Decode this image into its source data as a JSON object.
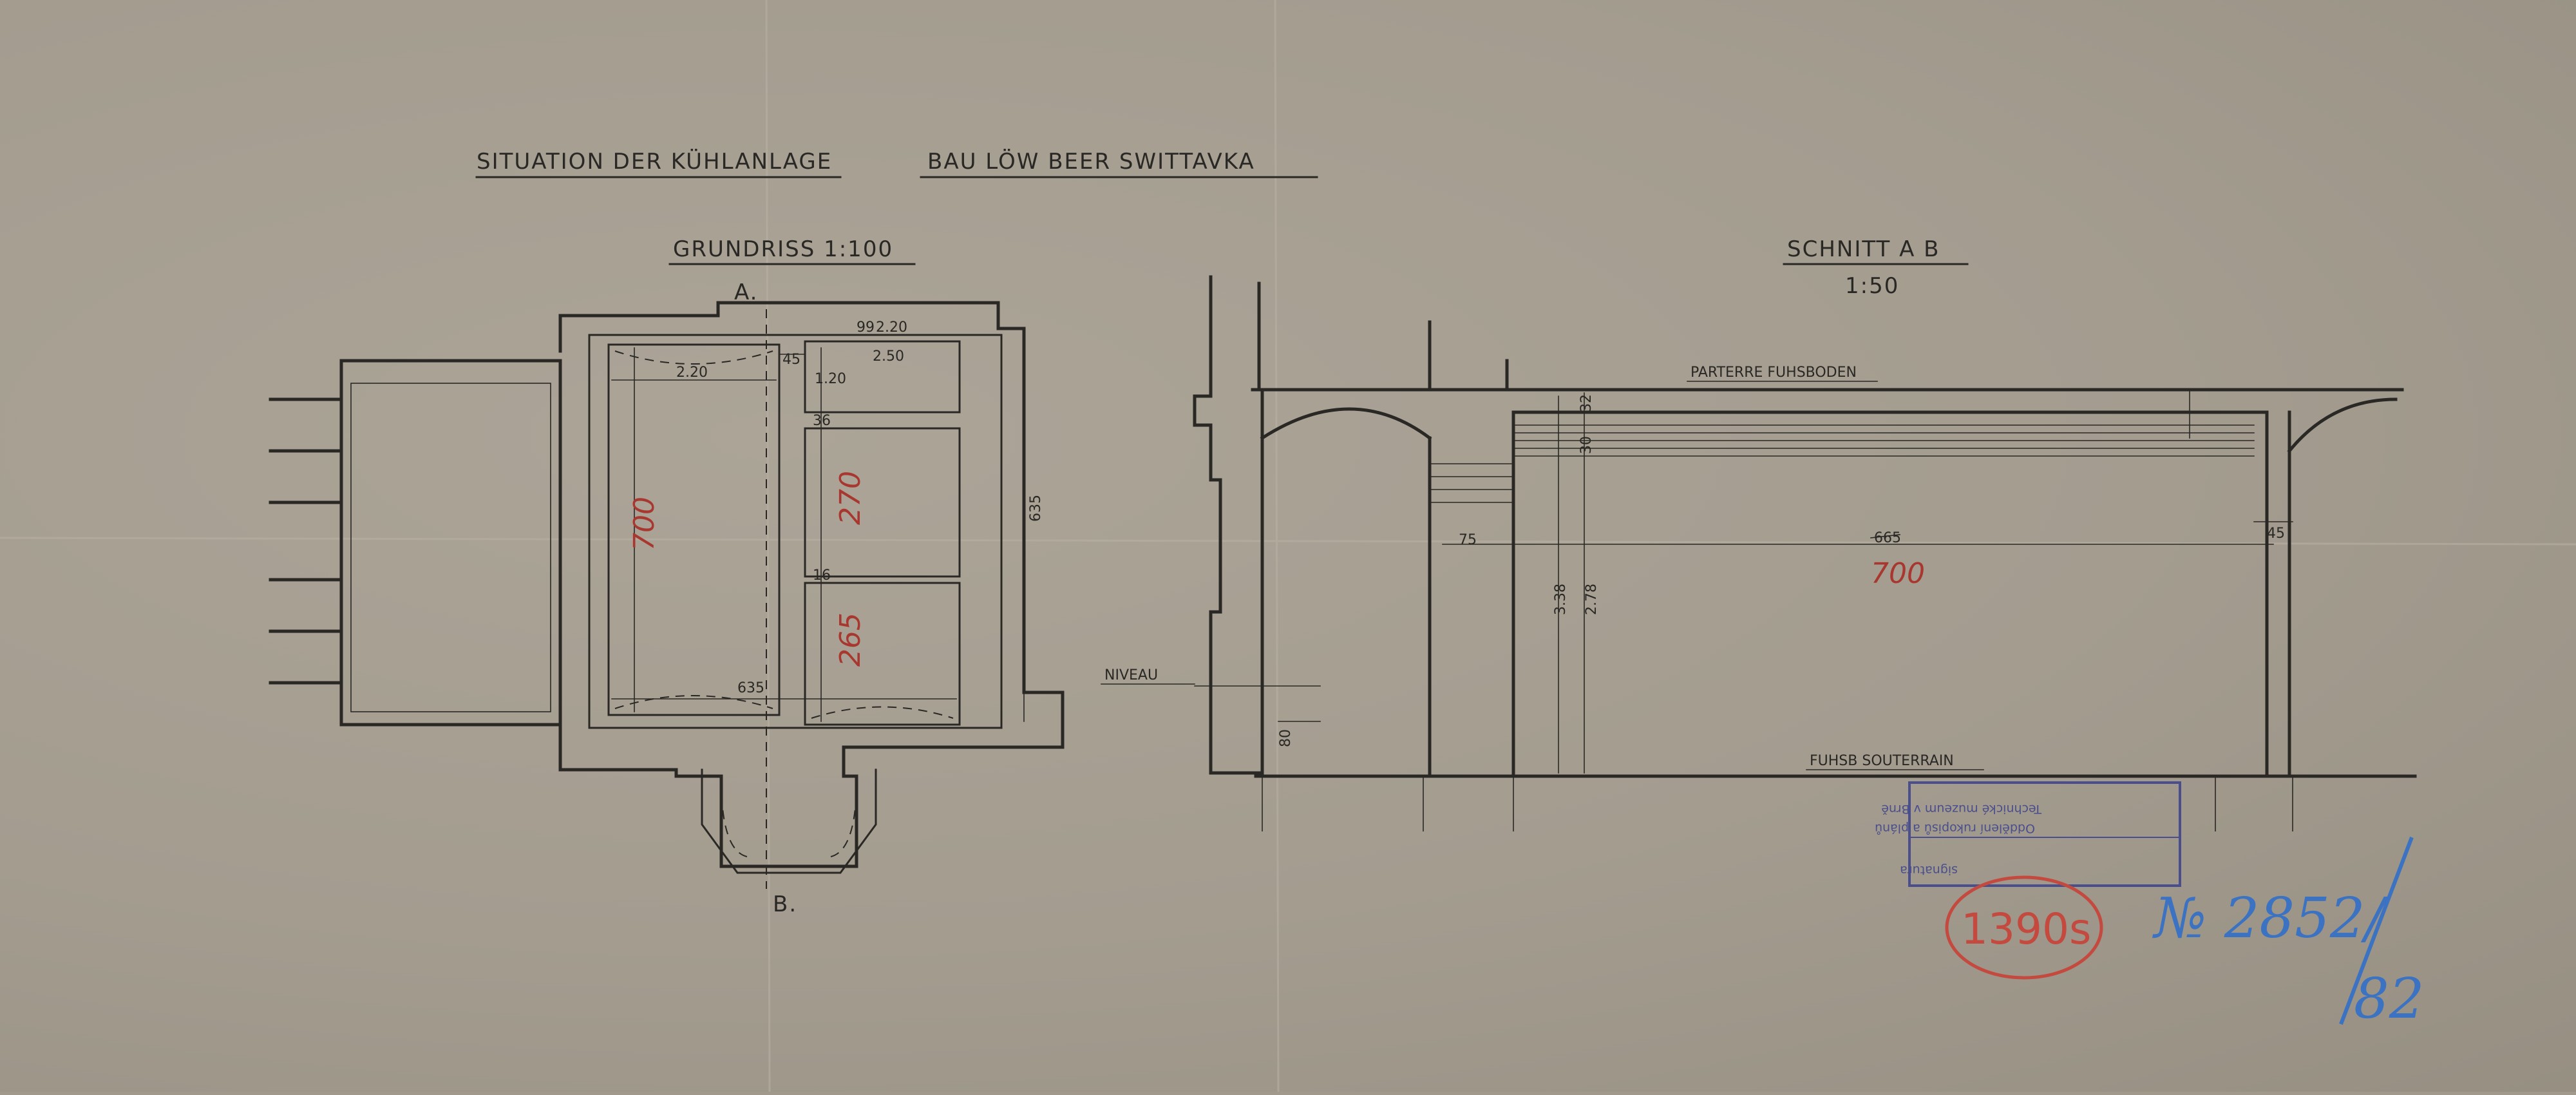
{
  "title": {
    "left": "SITUATION DER KÜHLANLAGE",
    "right": "BAU LÖW BEER  SWITTAVKA"
  },
  "plan": {
    "heading": "GRUNDRISS 1:100",
    "marker_top": "A.",
    "marker_bottom": "B.",
    "dims": {
      "d220_left": "2.20",
      "d45": "45",
      "d99": "99",
      "d220_right": "2.20",
      "d120": "1.20",
      "d250": "2.50",
      "d16": "16",
      "d635_bottom": "635",
      "d635_side": "635",
      "d36": "36"
    },
    "red": {
      "r700": "700",
      "r270": "270",
      "r265": "265"
    }
  },
  "section": {
    "heading": "SCHNITT A B",
    "scale": "1:50",
    "floor_top": "PARTERRE FUHSBODEN",
    "floor_bottom": "FUHSB SOUTERRAIN",
    "niveau": "NIVEAU",
    "dims": {
      "d75": "75",
      "d338": "3.38",
      "d278": "2.78",
      "d30": "30",
      "d32": "32",
      "d665": "665",
      "d45": "45",
      "d80": "80"
    },
    "red": {
      "r700": "700"
    }
  },
  "annotations": {
    "inventory_red": "1390s",
    "inventory_blue": "№ 2852/",
    "inventory_blue_sub": "82",
    "stamp_line1": "Technické muzeum v Brně",
    "stamp_line2": "Oddělení rukopisů a plánů",
    "stamp_line3": "signatura"
  },
  "colors": {
    "paper": "#a39c8f",
    "ink": "#2a2825",
    "red_pencil": "#a8382f",
    "blue_pencil": "#3b72c2",
    "stamp": "#4a4e8c"
  }
}
